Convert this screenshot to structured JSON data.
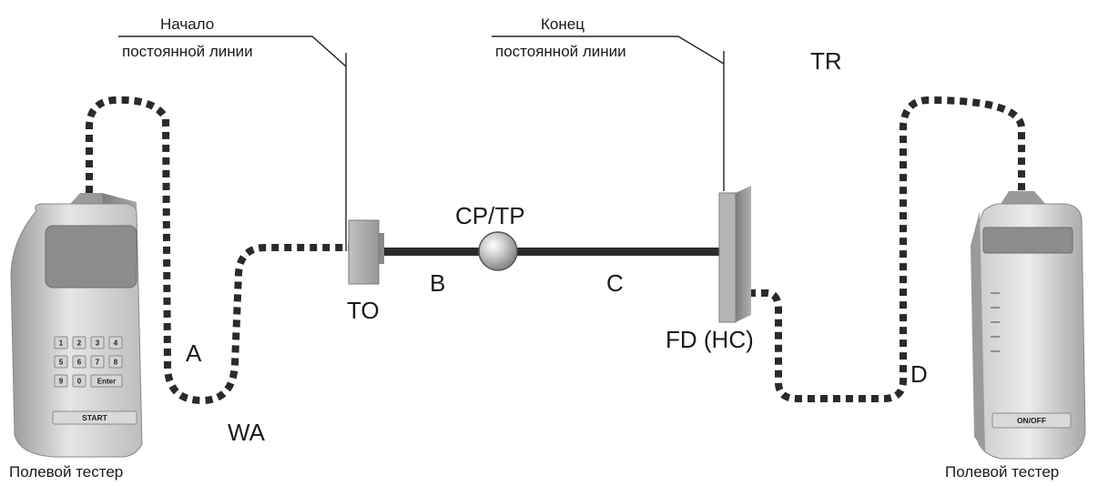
{
  "diagram": {
    "permanent_link_start": [
      "Начало",
      "постоянной линии"
    ],
    "permanent_link_end": [
      "Конец",
      "постоянной линии"
    ],
    "label_tr": "TR",
    "label_cp_tp": "CP/TP",
    "label_to": "TO",
    "label_b": "B",
    "label_c": "C",
    "label_fd_hc": "FD (HC)",
    "label_a": "A",
    "label_wa": "WA",
    "label_d": "D",
    "tester_left": {
      "caption": "Полевой тестер",
      "keys": [
        "1",
        "2",
        "3",
        "4",
        "5",
        "6",
        "7",
        "8",
        "9",
        "0",
        "Enter"
      ],
      "button": "START"
    },
    "tester_right": {
      "caption": "Полевой тестер",
      "button": "ON/OFF"
    }
  }
}
